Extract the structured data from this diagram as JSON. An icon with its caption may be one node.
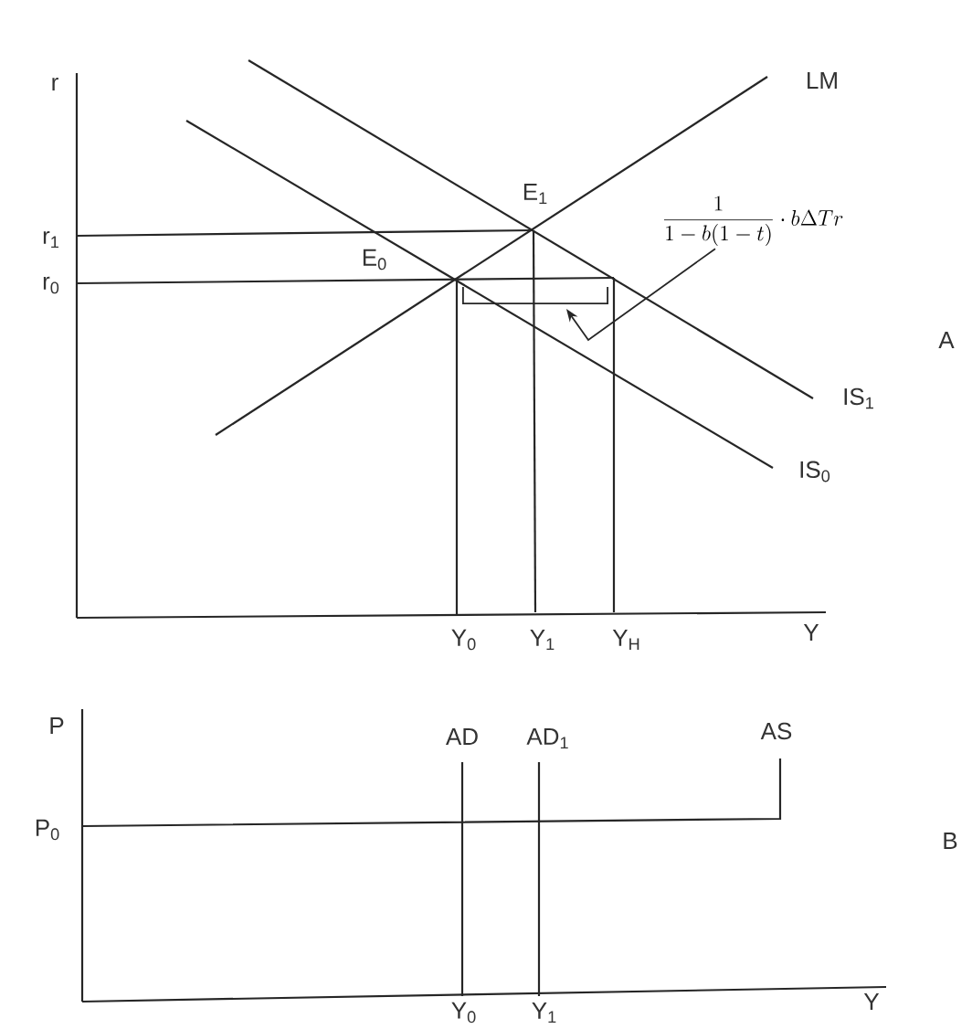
{
  "diagram": {
    "nodes": [
      {
        "text": [
          "\\frac{1}{1-b(1-t)}\\cdot b\\Delta Tr"
        ]
      },
      {
        "text": [],
        "shape": "bracket"
      }
    ],
    "edges": [
      {
        "from": 0,
        "to": 1,
        "arrow": "to"
      }
    ],
    "labels": [
      "r",
      "r$_{1}$",
      "r$_{0}$",
      "LM",
      "E$_{1}$",
      "E$_{0}$",
      "IS$_{1}$",
      "IS$_{0}$",
      "A",
      "Y$_{0}$",
      "Y$_{1}$",
      "Y$_{H}$",
      "Y",
      "P",
      "AD",
      "AD$_{1}$",
      "AS",
      "P$_{0}$",
      "B",
      "Y$_{0}$",
      "Y$_{1}$",
      "Y"
    ]
  }
}
